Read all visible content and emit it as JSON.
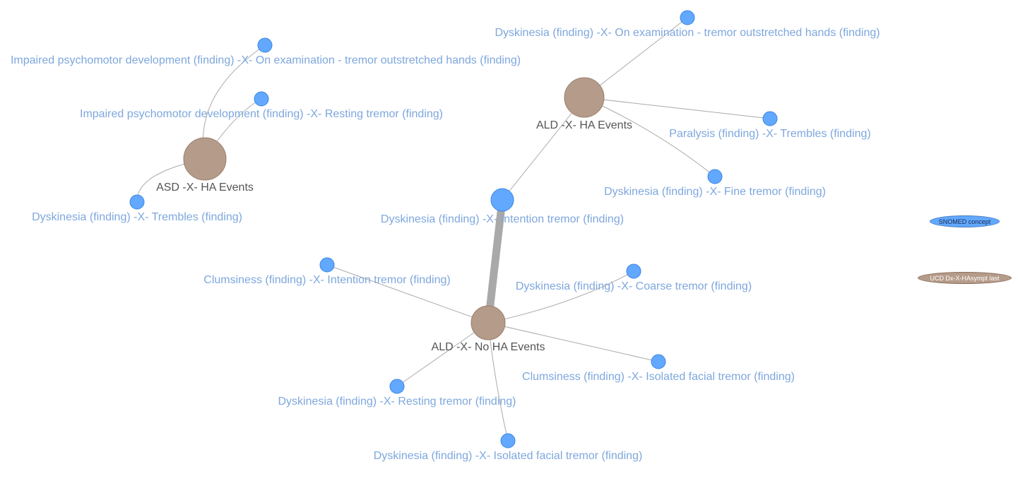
{
  "colors": {
    "concept_fill": "#62a8ff",
    "concept_stroke": "#3d86e0",
    "group_fill": "#b59b8a",
    "group_stroke": "#9a7f6d",
    "edge": "#aaaaaa",
    "concept_label": "#7ea7dd",
    "group_label": "#555555"
  },
  "legend": {
    "concept": "SNOMED concept",
    "group": "UCD Dx-X-HAsympt last"
  },
  "nodes": [
    {
      "id": "asd_ha",
      "kind": "group",
      "label": "ASD -X- HA Events"
    },
    {
      "id": "ald_ha",
      "kind": "group",
      "label": "ALD -X- HA Events"
    },
    {
      "id": "ald_noha",
      "kind": "group",
      "label": "ALD -X- No HA Events"
    },
    {
      "id": "c1",
      "kind": "concept",
      "label": "Impaired psychomotor development (finding) -X- On examination - tremor outstretched hands (finding)"
    },
    {
      "id": "c2",
      "kind": "concept",
      "label": "Impaired psychomotor development (finding) -X- Resting tremor (finding)"
    },
    {
      "id": "c3",
      "kind": "concept",
      "label": "Dyskinesia (finding) -X- Trembles (finding)"
    },
    {
      "id": "c4",
      "kind": "concept",
      "label": "Dyskinesia (finding) -X- On examination - tremor outstretched hands (finding)"
    },
    {
      "id": "c5",
      "kind": "concept",
      "label": "Paralysis (finding) -X- Trembles (finding)"
    },
    {
      "id": "c6",
      "kind": "concept",
      "label": "Dyskinesia (finding) -X- Fine tremor (finding)"
    },
    {
      "id": "c7",
      "kind": "concept",
      "label": "Dyskinesia (finding) -X- Intention tremor (finding)"
    },
    {
      "id": "c8",
      "kind": "concept",
      "label": "Clumsiness (finding) -X- Intention tremor (finding)"
    },
    {
      "id": "c9",
      "kind": "concept",
      "label": "Dyskinesia (finding) -X- Coarse tremor (finding)"
    },
    {
      "id": "c10",
      "kind": "concept",
      "label": "Clumsiness (finding) -X- Isolated facial tremor (finding)"
    },
    {
      "id": "c11",
      "kind": "concept",
      "label": "Dyskinesia (finding) -X- Resting tremor (finding)"
    },
    {
      "id": "c12",
      "kind": "concept",
      "label": "Dyskinesia (finding) -X- Isolated facial tremor (finding)"
    }
  ],
  "edges": [
    {
      "source": "asd_ha",
      "target": "c1",
      "weight": 1
    },
    {
      "source": "asd_ha",
      "target": "c2",
      "weight": 1
    },
    {
      "source": "asd_ha",
      "target": "c3",
      "weight": 1
    },
    {
      "source": "ald_ha",
      "target": "c4",
      "weight": 1
    },
    {
      "source": "ald_ha",
      "target": "c5",
      "weight": 1
    },
    {
      "source": "ald_ha",
      "target": "c6",
      "weight": 1
    },
    {
      "source": "ald_ha",
      "target": "c7",
      "weight": 1
    },
    {
      "source": "ald_noha",
      "target": "c7",
      "weight": 10
    },
    {
      "source": "ald_noha",
      "target": "c8",
      "weight": 1
    },
    {
      "source": "ald_noha",
      "target": "c9",
      "weight": 1
    },
    {
      "source": "ald_noha",
      "target": "c10",
      "weight": 1
    },
    {
      "source": "ald_noha",
      "target": "c11",
      "weight": 1
    },
    {
      "source": "ald_noha",
      "target": "c12",
      "weight": 1
    }
  ]
}
